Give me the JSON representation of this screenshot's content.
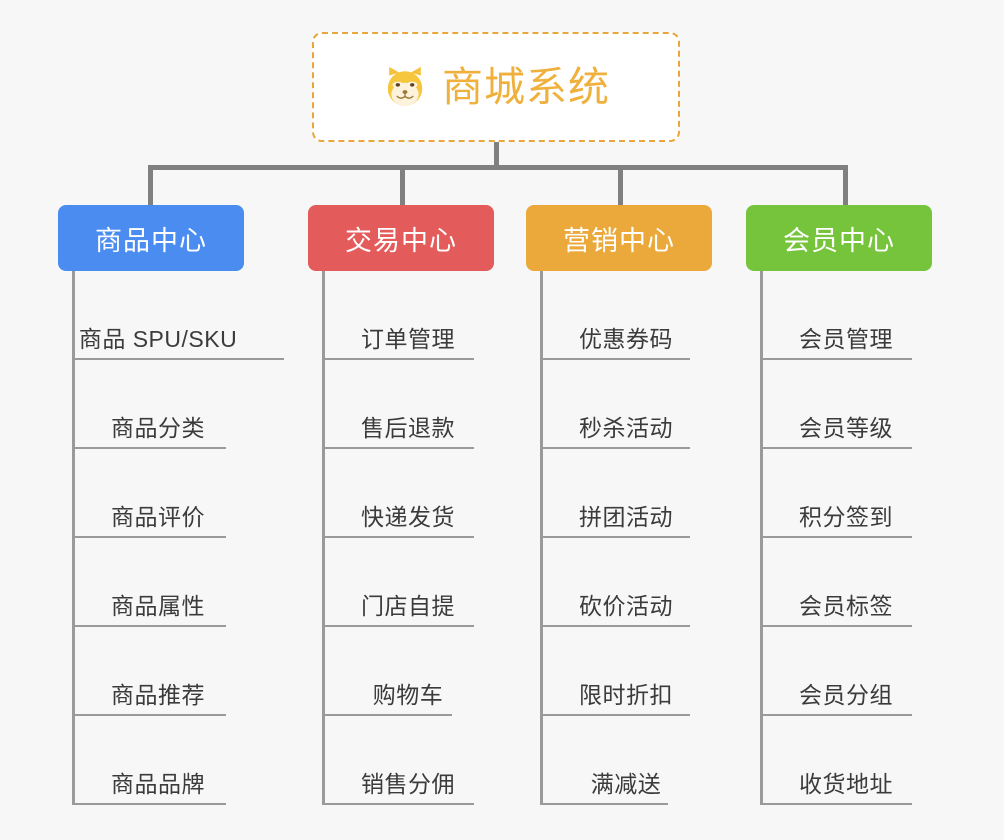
{
  "diagram": {
    "title": "商城系统",
    "root_icon": "shiba-dog-icon",
    "background_color": "#f7f7f7",
    "root": {
      "label": "商城系统",
      "border_color": "#e8a63d",
      "text_color": "#f0b03c",
      "background_color": "#ffffff",
      "border_style": "dashed"
    },
    "connector_color": "#808080",
    "spine_color": "#9a9a9a",
    "leaf_text_color": "#3b3b3b",
    "branches": [
      {
        "label": "商品中心",
        "color": "#4a8cf0",
        "leaves": [
          {
            "label": "商品 SPU/SKU",
            "underline_width": 212
          },
          {
            "label": "商品分类",
            "underline_width": 154
          },
          {
            "label": "商品评价",
            "underline_width": 154
          },
          {
            "label": "商品属性",
            "underline_width": 154
          },
          {
            "label": "商品推荐",
            "underline_width": 154
          },
          {
            "label": "商品品牌",
            "underline_width": 154
          }
        ]
      },
      {
        "label": "交易中心",
        "color": "#e35b5b",
        "leaves": [
          {
            "label": "订单管理",
            "underline_width": 152
          },
          {
            "label": "售后退款",
            "underline_width": 152
          },
          {
            "label": "快递发货",
            "underline_width": 152
          },
          {
            "label": "门店自提",
            "underline_width": 152
          },
          {
            "label": "购物车",
            "underline_width": 130
          },
          {
            "label": "销售分佣",
            "underline_width": 152
          }
        ]
      },
      {
        "label": "营销中心",
        "color": "#eaa93a",
        "leaves": [
          {
            "label": "优惠券码",
            "underline_width": 150
          },
          {
            "label": "秒杀活动",
            "underline_width": 150
          },
          {
            "label": "拼团活动",
            "underline_width": 150
          },
          {
            "label": "砍价活动",
            "underline_width": 150
          },
          {
            "label": "限时折扣",
            "underline_width": 150
          },
          {
            "label": "满减送",
            "underline_width": 128
          }
        ]
      },
      {
        "label": "会员中心",
        "color": "#76c43c",
        "leaves": [
          {
            "label": "会员管理",
            "underline_width": 152
          },
          {
            "label": "会员等级",
            "underline_width": 152
          },
          {
            "label": "积分签到",
            "underline_width": 152
          },
          {
            "label": "会员标签",
            "underline_width": 152
          },
          {
            "label": "会员分组",
            "underline_width": 152
          },
          {
            "label": "收货地址",
            "underline_width": 152
          }
        ]
      }
    ]
  }
}
